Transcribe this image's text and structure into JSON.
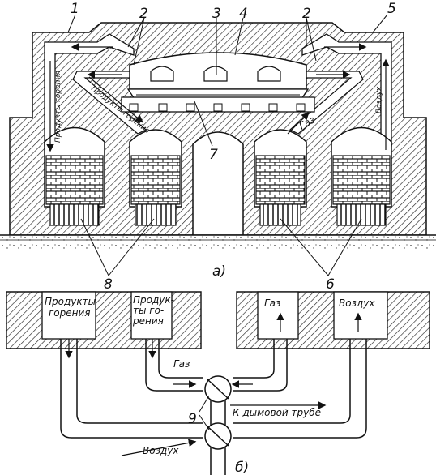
{
  "callouts": {
    "n1": "1",
    "n2a": "2",
    "n2b": "2",
    "n3": "3",
    "n4": "4",
    "n5": "5",
    "n6": "6",
    "n7": "7",
    "n8": "8",
    "n9": "9"
  },
  "part_a": "а)",
  "part_b": "б)",
  "labels": {
    "combustion_products_left": "Продукты горения",
    "combustion_products_diag": "Продукты горения",
    "gas_top": "Газ",
    "air_top": "Воздух",
    "b_products_1": "Продукты",
    "b_products_2": "горения",
    "b_products2_1": "Продук-",
    "b_products2_2": "ты го-",
    "b_products2_3": "рения",
    "b_gas": "Газ",
    "b_air": "Воздух",
    "b_gas_pipe": "Газ",
    "b_chimney": "К дымовой трубе",
    "b_air_pipe": "Воздух"
  },
  "colors": {
    "ink": "#111111",
    "paper": "#ffffff"
  }
}
